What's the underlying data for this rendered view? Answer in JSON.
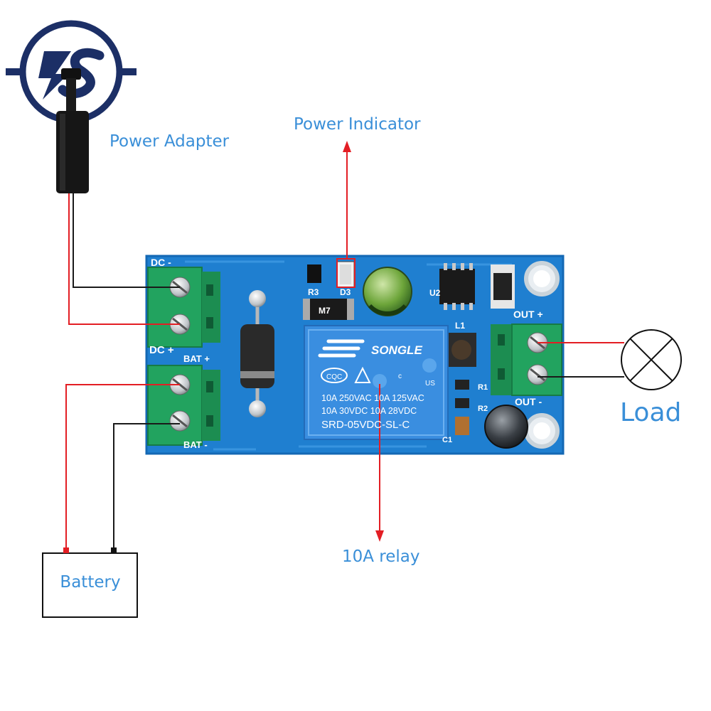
{
  "colors": {
    "callout_text": "#3a8fd8",
    "wire_red": "#e31e24",
    "wire_black": "#1a1a1a",
    "pcb_blue": "#1f7fd0",
    "terminal_green": "#1f9e5a",
    "relay_blue": "#3a8ee0",
    "logo_navy": "#1c2f66"
  },
  "callouts": {
    "power_adapter": "Power Adapter",
    "power_indicator": "Power Indicator",
    "relay": "10A relay",
    "load": "Load",
    "battery": "Battery"
  },
  "board": {
    "dc_minus": "DC -",
    "dc_plus": "DC +",
    "bat_plus": "BAT +",
    "bat_minus": "BAT -",
    "out_plus": "OUT +",
    "out_minus": "OUT -",
    "r3": "R3",
    "d3": "D3",
    "u2": "U2",
    "l1": "L1",
    "r1": "R1",
    "r2": "R2",
    "c1": "C1",
    "diode_mark": "M7"
  },
  "relay": {
    "brand": "SONGLE",
    "cqc": "CQC",
    "c_mark": "c",
    "us_mark": "US",
    "rating_line_1": "10A 250VAC 10A 125VAC",
    "rating_line_2": "10A  30VDC 10A  28VDC",
    "model": "SRD-05VDC-SL-C"
  },
  "icons": {
    "logo": "brand-logo-icon",
    "load": "lamp-load-icon",
    "adapter": "dc-plug-icon"
  }
}
